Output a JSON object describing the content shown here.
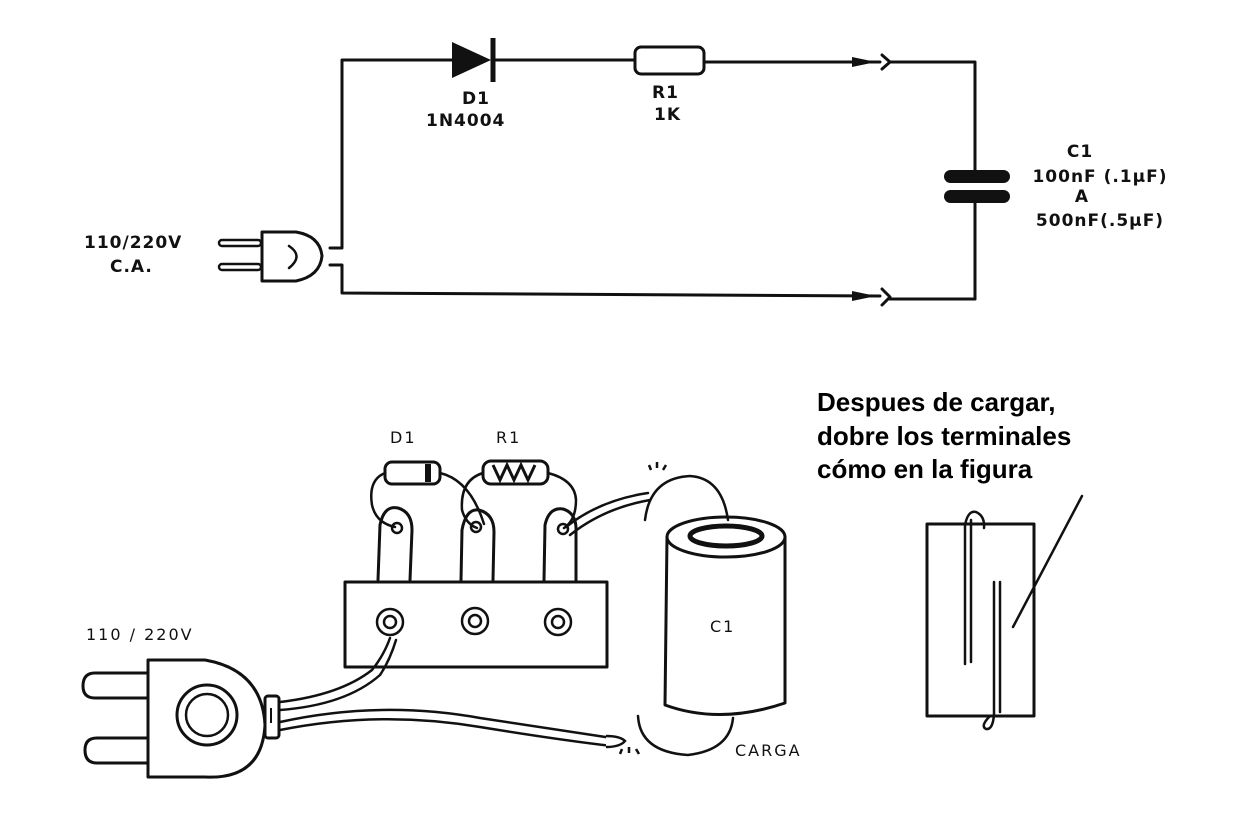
{
  "schematic": {
    "diode": {
      "ref": "D1",
      "part": "1N4004"
    },
    "resistor": {
      "ref": "R1",
      "value": "1K"
    },
    "capacitor": {
      "ref": "C1",
      "value_min": "100nF (.1µF)",
      "range_word": "A",
      "value_max": "500nF(.5µF)"
    },
    "source": {
      "voltage": "110/220V",
      "type": "C.A."
    }
  },
  "assembly": {
    "diode_label": "D1",
    "resistor_label": "R1",
    "capacitor_label": "C1",
    "plug_label": "110 / 220V",
    "load_label": "CARGA"
  },
  "note": {
    "lines": [
      "Despues de cargar,",
      "dobre los terminales",
      "cómo en la figura"
    ]
  }
}
